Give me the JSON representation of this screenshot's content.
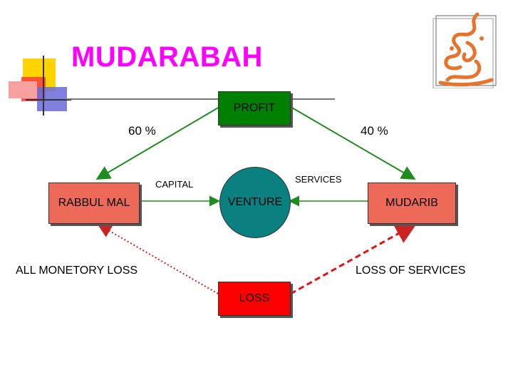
{
  "title": "MUDARABAH",
  "profit": "PROFIT",
  "loss": "LOSS",
  "venture": "VENTURE",
  "rabbul_mal": "RABBUL MAL",
  "mudarib": "MUDARIB",
  "left_percent": "60 %",
  "right_percent": "40 %",
  "capital": "CAPITAL",
  "services": "SERVICES",
  "all_monetory_loss": "ALL MONETORY LOSS",
  "loss_of_services": "LOSS OF SERVICES",
  "colors": {
    "title": "#ff00ff",
    "profit_box": "#008000",
    "loss_box": "#ff0000",
    "party_box": "#ee6a58",
    "venture_circle": "#0b8080",
    "profit_arrows": "#1e8c1e",
    "loss_left_dotted": "#cc2222",
    "loss_right_dashed": "#e21212"
  },
  "icons": [
    "decorative-squares-icon",
    "arabic-calligraphy-logo-icon"
  ]
}
